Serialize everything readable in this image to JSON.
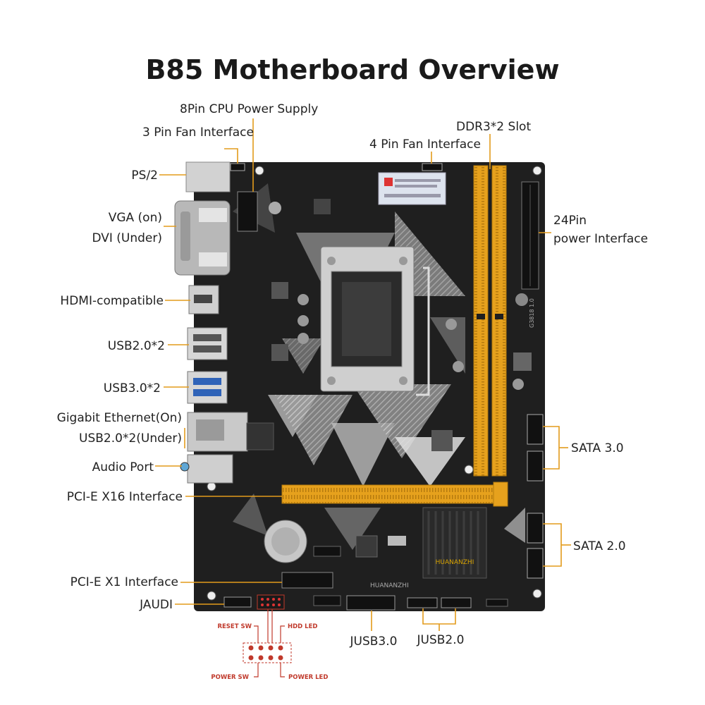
{
  "title": "B85 Motherboard Overview",
  "labels": {
    "cpu_power": "8Pin CPU Power Supply",
    "fan3": "3 Pin Fan Interface",
    "ddr3": "DDR3*2 Slot",
    "fan4": "4 Pin Fan Interface",
    "ps2": "PS/2",
    "vga": "VGA (on)",
    "dvi": "DVI (Under)",
    "pin24_1": "24Pin",
    "pin24_2": "power Interface",
    "hdmi": "HDMI-compatible",
    "usb20": "USB2.0*2",
    "usb30": "USB3.0*2",
    "eth": "Gigabit Ethernet(On)",
    "usb20_under": "USB2.0*2(Under)",
    "audio": "Audio Port",
    "sata3": "SATA 3.0",
    "pcie16": "PCI-E X16 Interface",
    "sata2": "SATA 2.0",
    "pcie1": "PCI-E X1 Interface",
    "jaudi": "JAUDI",
    "jusb3": "JUSB3.0",
    "jusb2": "JUSB2.0"
  },
  "panel": {
    "reset": "RESET SW",
    "hdd": "HDD LED",
    "power_sw": "POWER SW",
    "power_led": "POWER LED"
  },
  "board": {
    "brand": "HUANANZHI",
    "silk_brand": "HUANANZHI",
    "model": "G3818 1.0",
    "colors": {
      "pcb": "#1f1f1f",
      "slot": "#e6a11d",
      "leader": "#e39b1b",
      "panel": "#c0392b"
    }
  }
}
